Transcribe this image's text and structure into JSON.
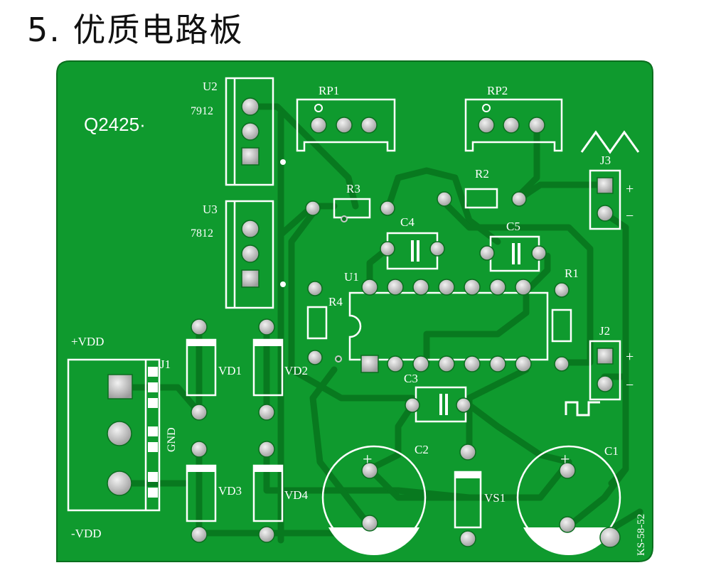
{
  "title": "5. 优质电路板",
  "board_code": "Q2425·",
  "board_id": "KS-58-52",
  "colors": {
    "board": "#0f9a2e",
    "trace": "#0a7a22",
    "silkscreen": "#ffffff",
    "pad": "#c9c9c9"
  },
  "labels": {
    "u2": "U2",
    "u2_part": "7912",
    "u3": "U3",
    "u3_part": "7812",
    "rp1": "RP1",
    "rp2": "RP2",
    "r1": "R1",
    "r2": "R2",
    "r3": "R3",
    "r4": "R4",
    "c1": "C1",
    "c2": "C2",
    "c3": "C3",
    "c4": "C4",
    "c5": "C5",
    "u1": "U1",
    "j1": "J1",
    "j2": "J2",
    "j3": "J3",
    "vd1": "VD1",
    "vd2": "VD2",
    "vd3": "VD3",
    "vd4": "VD4",
    "vs1": "VS1",
    "vdd_pos": "+VDD",
    "vdd_neg": "-VDD",
    "gnd": "GND",
    "plus": "+",
    "minus": "−"
  }
}
